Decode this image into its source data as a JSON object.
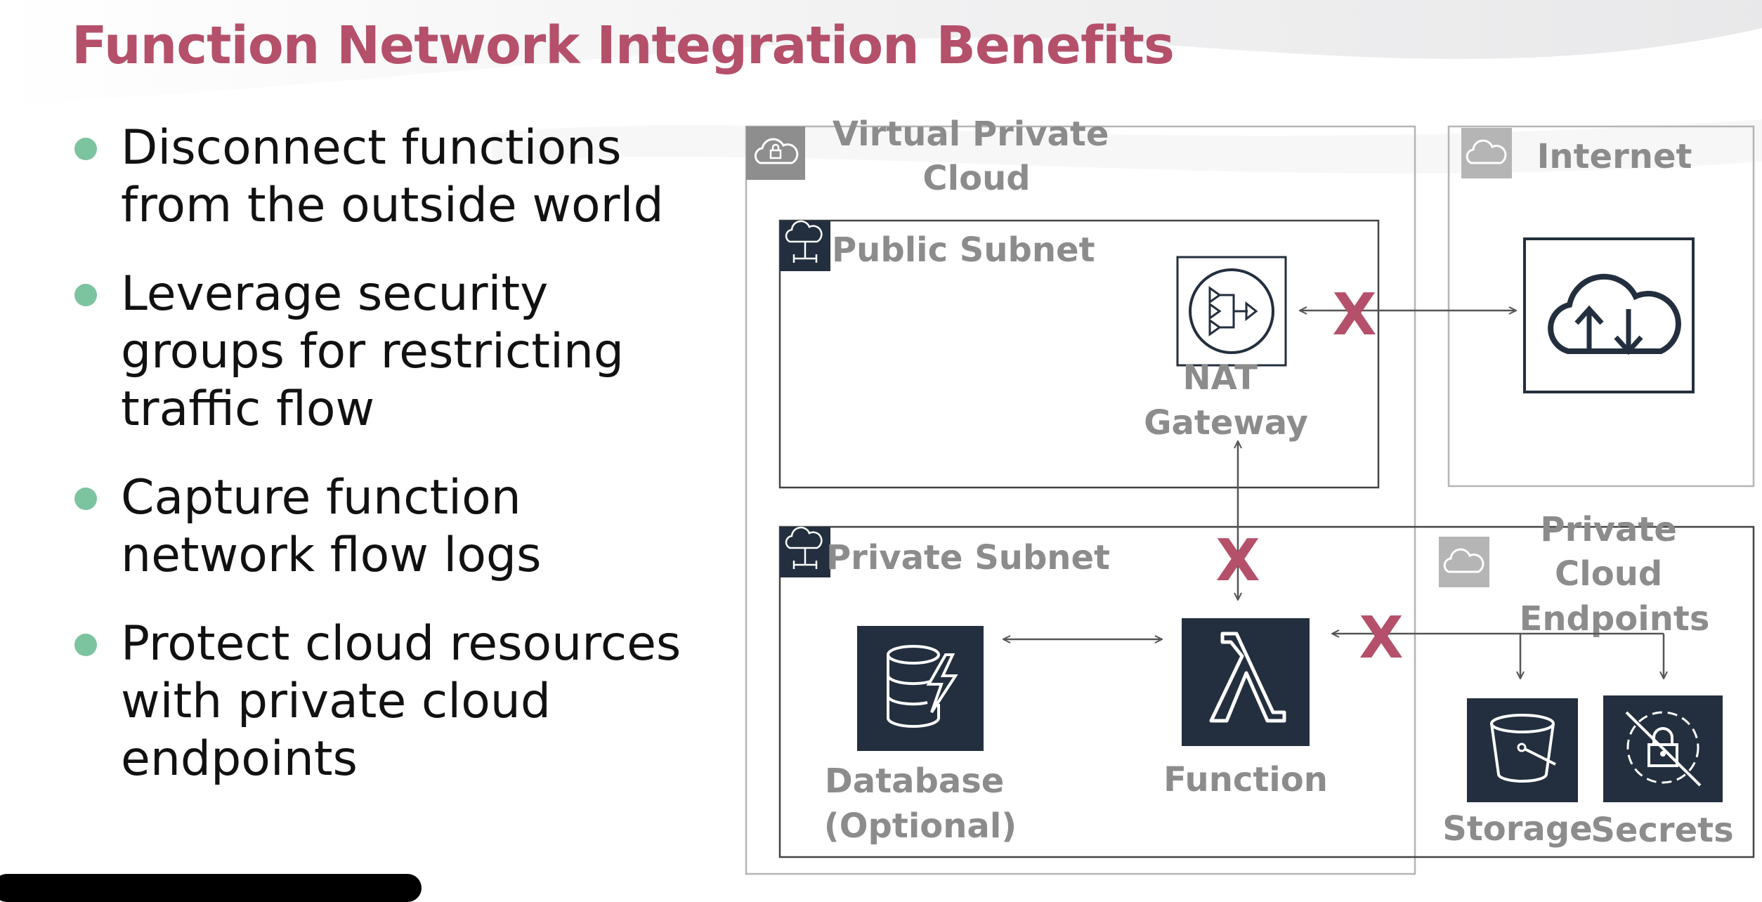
{
  "slide": {
    "title": "Function Network Integration Benefits",
    "accent_color": "#b5506a",
    "bullet_color": "#7cc3a0"
  },
  "bullets": [
    [
      "Disconnect functions",
      "from the outside world"
    ],
    [
      "Leverage security",
      "groups for restricting",
      "traffic flow"
    ],
    [
      "Capture function",
      "network flow logs"
    ],
    [
      "Protect cloud resources",
      "with private cloud",
      "endpoints"
    ]
  ],
  "diagram": {
    "groups": {
      "vpc": [
        "Virtual Private",
        "Cloud"
      ],
      "internet": "Internet",
      "public_subnet": "Public Subnet",
      "private_subnet": "Private Subnet",
      "private_endpoints": [
        "Private",
        "Cloud",
        "Endpoints"
      ]
    },
    "nodes": {
      "nat_gateway": [
        "NAT",
        "Gateway"
      ],
      "database": [
        "Database",
        "(Optional)"
      ],
      "function": "Function",
      "storage": "Storage",
      "secrets": "Secrets"
    },
    "blocked_marker": "X",
    "icons": {
      "group": "cloud-lock-icon",
      "subnet": "subnet-icon",
      "nat": "nat-gateway-icon",
      "internet": "cloud-upload-download-icon",
      "database": "database-bolt-icon",
      "function": "lambda-icon",
      "storage": "bucket-icon",
      "secrets": "secrets-lock-icon"
    },
    "colors": {
      "node_fill": "#232f3e",
      "group_border": "#b5b5b5",
      "label": "#8c8c8c"
    }
  }
}
